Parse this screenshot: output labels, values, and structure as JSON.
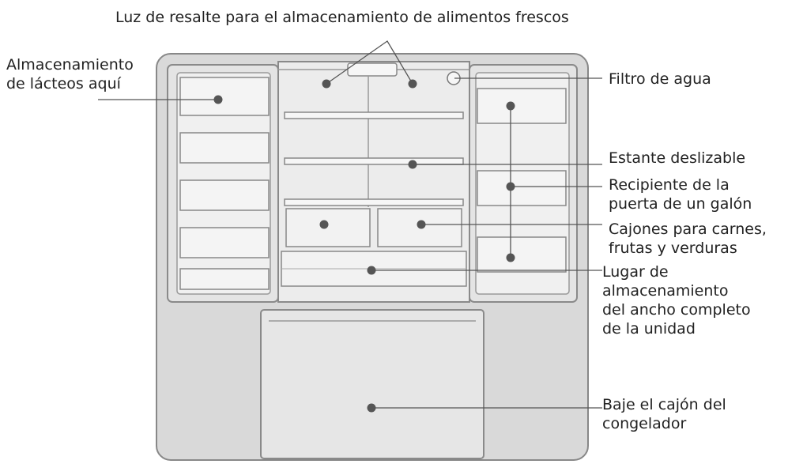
{
  "labels": {
    "highlight_light": "Luz de resalte para el almacenamiento de alimentos frescos",
    "dairy": [
      "Almacenamiento",
      "de lácteos aquí"
    ],
    "water_filter": "Filtro de agua",
    "sliding_shelf": "Estante deslizable",
    "gallon_bin": [
      "Recipiente de la",
      "puerta de un galón"
    ],
    "crisper": [
      "Cajones para carnes,",
      "frutas y verduras"
    ],
    "full_width": [
      "Lugar de",
      "almacenamiento",
      "del ancho completo",
      "de la unidad"
    ],
    "freezer": [
      "Baje el cajón del",
      "congelador"
    ]
  },
  "colors": {
    "cabinet": "#d9d9d9",
    "interior": "#ececec",
    "line": "#555555",
    "dot": "#555555"
  }
}
